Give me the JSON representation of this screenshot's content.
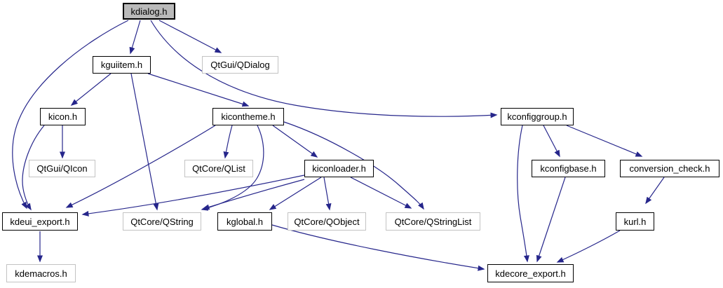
{
  "graph": {
    "kind": "include-dependency-graph",
    "root": "kdialog.h",
    "colors": {
      "edge": "#26268b",
      "root_fill": "#bababa",
      "node_border": "#000000",
      "external_border": "#c3c3c3",
      "background": "#ffffff"
    },
    "nodes": [
      {
        "id": "kdialog.h",
        "label": "kdialog.h",
        "kind": "root"
      },
      {
        "id": "kguiitem.h",
        "label": "kguiitem.h",
        "kind": "internal"
      },
      {
        "id": "QtGui/QDialog",
        "label": "QtGui/QDialog",
        "kind": "external"
      },
      {
        "id": "kicon.h",
        "label": "kicon.h",
        "kind": "internal"
      },
      {
        "id": "kicontheme.h",
        "label": "kicontheme.h",
        "kind": "internal"
      },
      {
        "id": "kconfiggroup.h",
        "label": "kconfiggroup.h",
        "kind": "internal"
      },
      {
        "id": "QtGui/QIcon",
        "label": "QtGui/QIcon",
        "kind": "external"
      },
      {
        "id": "QtCore/QList",
        "label": "QtCore/QList",
        "kind": "external"
      },
      {
        "id": "kiconloader.h",
        "label": "kiconloader.h",
        "kind": "internal"
      },
      {
        "id": "kconfigbase.h",
        "label": "kconfigbase.h",
        "kind": "internal"
      },
      {
        "id": "conversion_check.h",
        "label": "conversion_check.h",
        "kind": "internal"
      },
      {
        "id": "kdeui_export.h",
        "label": "kdeui_export.h",
        "kind": "internal"
      },
      {
        "id": "QtCore/QString",
        "label": "QtCore/QString",
        "kind": "external"
      },
      {
        "id": "kglobal.h",
        "label": "kglobal.h",
        "kind": "internal"
      },
      {
        "id": "QtCore/QObject",
        "label": "QtCore/QObject",
        "kind": "external"
      },
      {
        "id": "QtCore/QStringList",
        "label": "QtCore/QStringList",
        "kind": "external"
      },
      {
        "id": "kurl.h",
        "label": "kurl.h",
        "kind": "internal"
      },
      {
        "id": "kdemacros.h",
        "label": "kdemacros.h",
        "kind": "external"
      },
      {
        "id": "kdecore_export.h",
        "label": "kdecore_export.h",
        "kind": "internal"
      }
    ],
    "edges": [
      {
        "from": "kdialog.h",
        "to": "kguiitem.h"
      },
      {
        "from": "kdialog.h",
        "to": "QtGui/QDialog"
      },
      {
        "from": "kdialog.h",
        "to": "kdeui_export.h"
      },
      {
        "from": "kdialog.h",
        "to": "kconfiggroup.h"
      },
      {
        "from": "kguiitem.h",
        "to": "kicon.h"
      },
      {
        "from": "kguiitem.h",
        "to": "QtCore/QString"
      },
      {
        "from": "kguiitem.h",
        "to": "kicontheme.h"
      },
      {
        "from": "kicon.h",
        "to": "QtGui/QIcon"
      },
      {
        "from": "kicon.h",
        "to": "kdeui_export.h"
      },
      {
        "from": "kicontheme.h",
        "to": "kdeui_export.h"
      },
      {
        "from": "kicontheme.h",
        "to": "QtCore/QList"
      },
      {
        "from": "kicontheme.h",
        "to": "QtCore/QString"
      },
      {
        "from": "kicontheme.h",
        "to": "kiconloader.h"
      },
      {
        "from": "kicontheme.h",
        "to": "QtCore/QStringList"
      },
      {
        "from": "kiconloader.h",
        "to": "kdeui_export.h"
      },
      {
        "from": "kiconloader.h",
        "to": "QtCore/QString"
      },
      {
        "from": "kiconloader.h",
        "to": "kglobal.h"
      },
      {
        "from": "kiconloader.h",
        "to": "QtCore/QObject"
      },
      {
        "from": "kiconloader.h",
        "to": "QtCore/QStringList"
      },
      {
        "from": "kglobal.h",
        "to": "kdecore_export.h"
      },
      {
        "from": "kconfiggroup.h",
        "to": "kdecore_export.h"
      },
      {
        "from": "kconfiggroup.h",
        "to": "kconfigbase.h"
      },
      {
        "from": "kconfiggroup.h",
        "to": "conversion_check.h"
      },
      {
        "from": "kconfigbase.h",
        "to": "kdecore_export.h"
      },
      {
        "from": "conversion_check.h",
        "to": "kurl.h"
      },
      {
        "from": "kurl.h",
        "to": "kdecore_export.h"
      },
      {
        "from": "kdeui_export.h",
        "to": "kdemacros.h"
      }
    ]
  }
}
